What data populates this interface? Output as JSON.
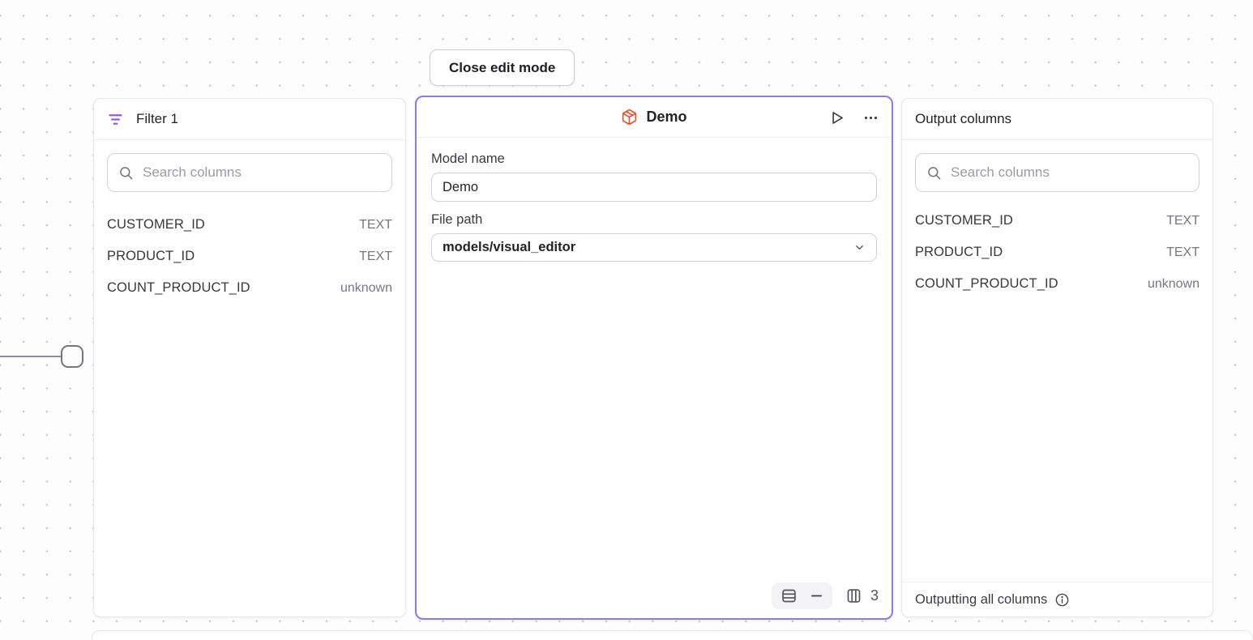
{
  "toolbar": {
    "close_edit_mode_label": "Close edit mode"
  },
  "filter_panel": {
    "title": "Filter 1",
    "search_placeholder": "Search columns",
    "columns": [
      {
        "name": "CUSTOMER_ID",
        "type": "TEXT"
      },
      {
        "name": "PRODUCT_ID",
        "type": "TEXT"
      },
      {
        "name": "COUNT_PRODUCT_ID",
        "type": "unknown"
      }
    ]
  },
  "model_panel": {
    "title": "Demo",
    "model_name_label": "Model name",
    "model_name_value": "Demo",
    "file_path_label": "File path",
    "file_path_value": "models/visual_editor",
    "columns_count": "3"
  },
  "output_panel": {
    "title": "Output columns",
    "search_placeholder": "Search columns",
    "columns": [
      {
        "name": "CUSTOMER_ID",
        "type": "TEXT"
      },
      {
        "name": "PRODUCT_ID",
        "type": "TEXT"
      },
      {
        "name": "COUNT_PRODUCT_ID",
        "type": "unknown"
      }
    ],
    "footer_text": "Outputting all columns"
  },
  "icons": {
    "filter": "funnel-lines",
    "model": "cube-package",
    "run": "play-outline",
    "more": "ellipsis",
    "search": "magnifier",
    "file_path_chevron": "chevron-down",
    "rows": "table-rows",
    "row_limit": "minus",
    "columns": "table-columns",
    "info": "info-circle"
  },
  "colors": {
    "accent_purple": "#8b5cf6",
    "selected_node_border": "#8a7bee",
    "model_icon": "#e8502e",
    "canvas_bg": "#fdfdfd"
  }
}
